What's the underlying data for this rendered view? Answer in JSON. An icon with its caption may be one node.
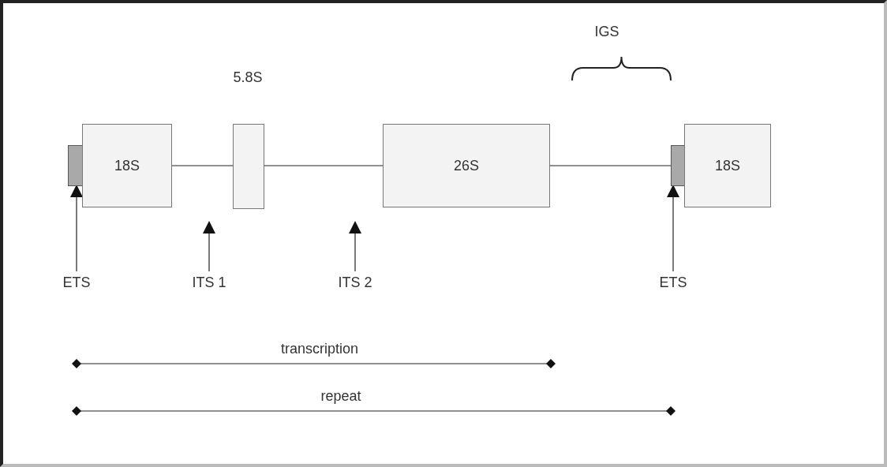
{
  "diagram": {
    "nodes": [
      {
        "text": [],
        "shape": "box"
      },
      {
        "text": [
          "18S"
        ]
      },
      {
        "text": [
          "5.8S"
        ]
      },
      {
        "text": [
          "26S"
        ]
      },
      {
        "text": [],
        "shape": "box"
      },
      {
        "text": [
          "18S"
        ]
      },
      {
        "text": [
          "ETS"
        ]
      },
      {
        "text": [
          "ITS 1"
        ]
      },
      {
        "text": [
          "ITS 2"
        ]
      },
      {
        "text": [
          "ETS"
        ]
      }
    ],
    "edges": [
      {
        "from": 1,
        "to": 2,
        "arrow": "none"
      },
      {
        "from": 2,
        "to": 3,
        "arrow": "none"
      },
      {
        "from": 3,
        "to": 4,
        "arrow": "none"
      },
      {
        "from": 6,
        "to": 0,
        "arrow": "to"
      },
      {
        "from": 7,
        "to": null,
        "arrow": "to"
      },
      {
        "from": 8,
        "to": null,
        "arrow": "to"
      },
      {
        "from": 9,
        "to": 4,
        "arrow": "to"
      }
    ],
    "labels": [
      "IGS",
      "transcription",
      "repeat"
    ]
  }
}
